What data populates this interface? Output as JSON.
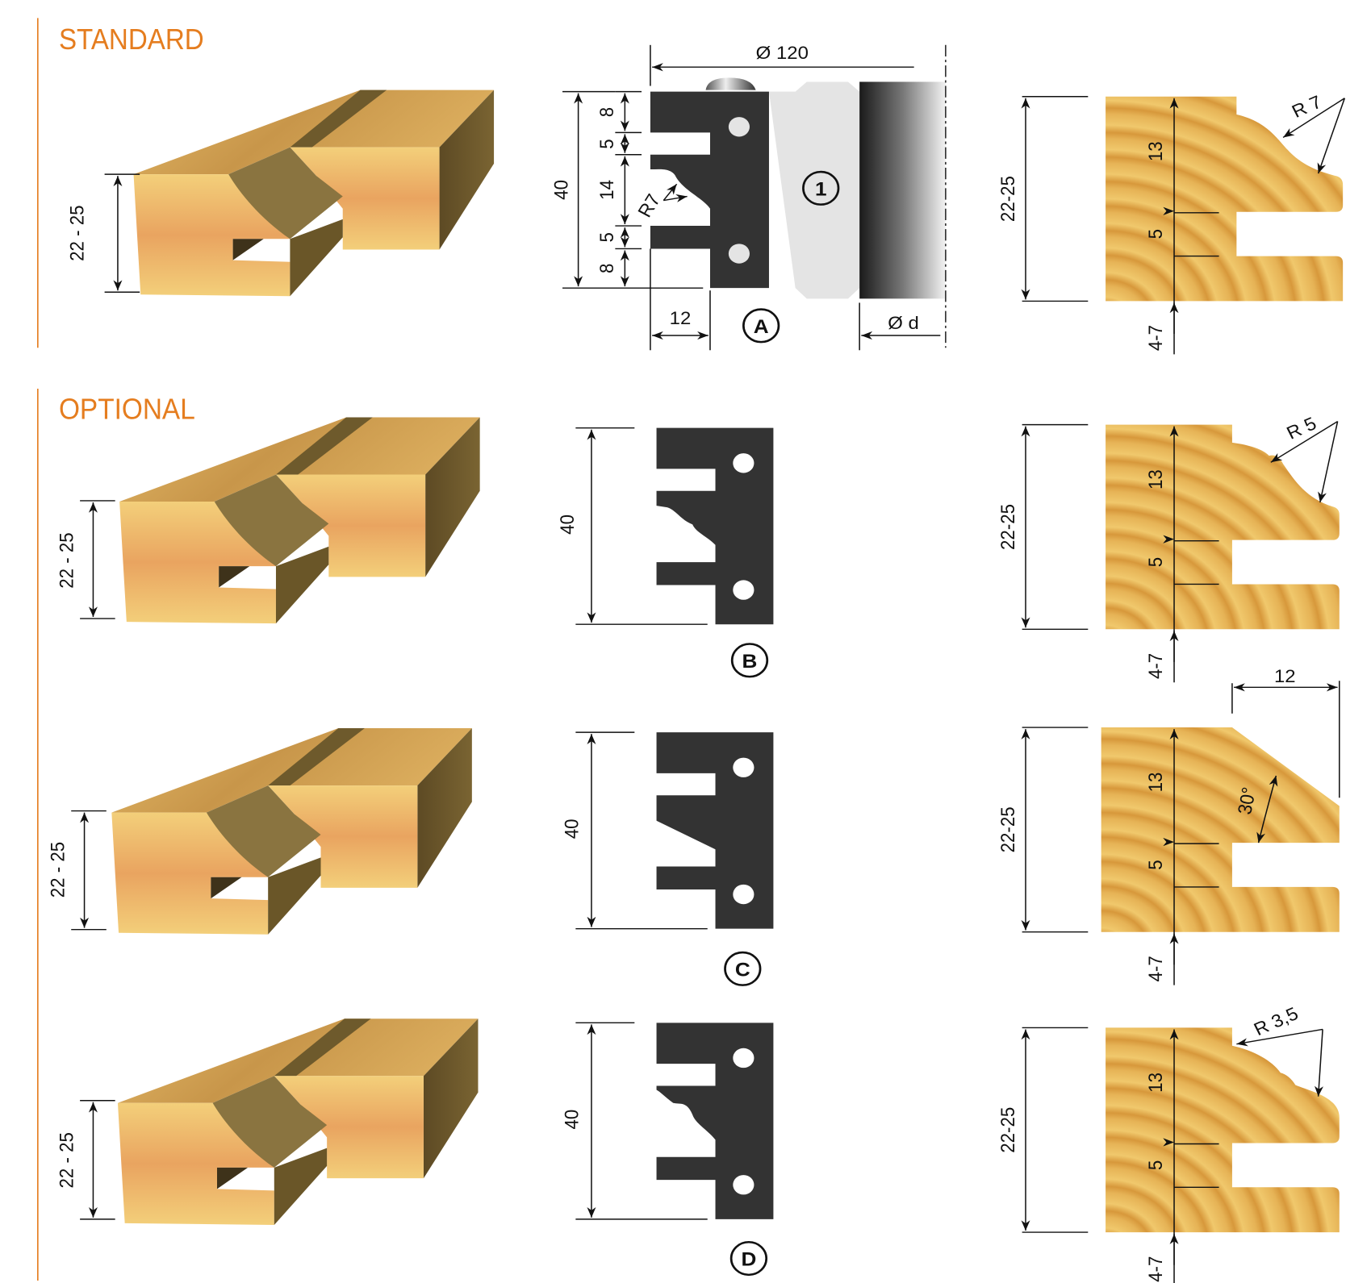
{
  "sections": {
    "standard_title": "STANDARD",
    "optional_title": "OPTIONAL"
  },
  "colors": {
    "accent": "#e57d1f",
    "blade": "#333333",
    "body": "#e4e4e4",
    "wood_light": "#eec46a",
    "wood_dark": "#d59a3c"
  },
  "tool_a": {
    "diameter": "Ø 120",
    "bore": "Ø d",
    "width": "12",
    "chain": [
      "8",
      "5",
      "14",
      "5",
      "8"
    ],
    "radius": "R7",
    "body_number": "1"
  },
  "rows": [
    {
      "letter": "A",
      "block_dim": "22 - 25",
      "tool_height": "40",
      "profile_height": "22-25",
      "d_top": "13",
      "d_slot": "5",
      "d_below": "4-7",
      "feature": "R 7"
    },
    {
      "letter": "B",
      "block_dim": "22 - 25",
      "tool_height": "40",
      "profile_height": "22-25",
      "d_top": "13",
      "d_slot": "5",
      "d_below": "4-7",
      "feature": "R 5"
    },
    {
      "letter": "C",
      "block_dim": "22 - 25",
      "tool_height": "40",
      "profile_height": "22-25",
      "d_top": "13",
      "d_slot": "5",
      "d_below": "4-7",
      "feature": "30°",
      "chamfer_width": "12"
    },
    {
      "letter": "D",
      "block_dim": "22 - 25",
      "tool_height": "40",
      "profile_height": "22-25",
      "d_top": "13",
      "d_slot": "5",
      "d_below": "4-7",
      "feature": "R 3,5"
    }
  ]
}
